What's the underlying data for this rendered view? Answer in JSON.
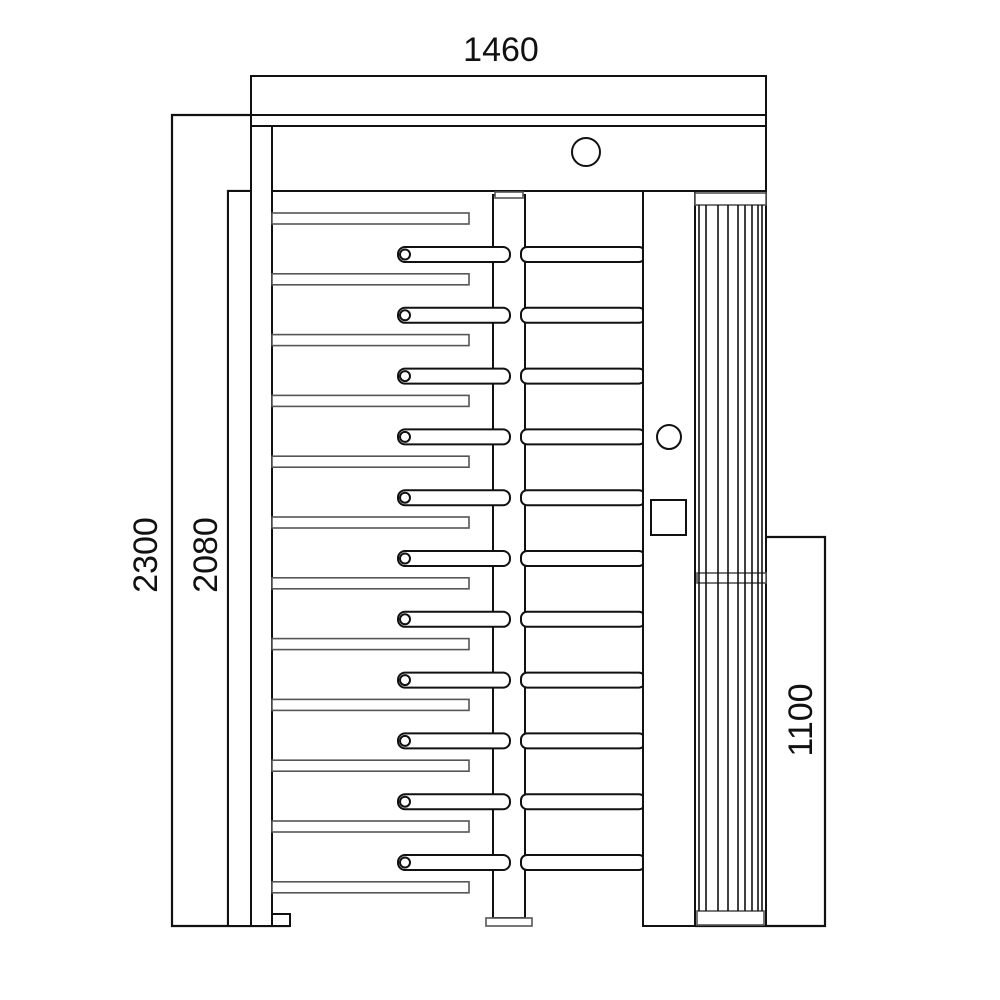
{
  "title": "Full height turnstile front elevation",
  "dimensions": {
    "width": "1460",
    "total_height": "2300",
    "passage_height": "2080",
    "cabinet_height": "1100"
  },
  "counts": {
    "fixed_arms": 12,
    "rotor_arms": 11
  },
  "colors": {
    "line": "#111111",
    "background": "#ffffff"
  }
}
